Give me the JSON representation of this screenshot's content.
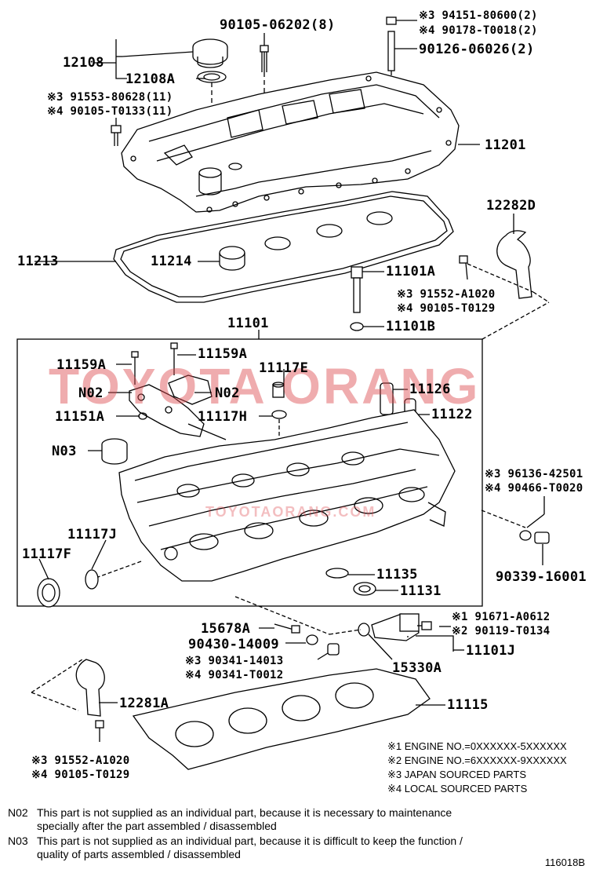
{
  "watermark": {
    "main": "TOYOTA ORANG",
    "sub": "TOYOTAORANG.COM",
    "color": "#dc464b"
  },
  "parts": {
    "p12108": "12108",
    "p12108a": "12108A",
    "p9010506202": "90105-06202(8)",
    "p9415180600": "※3 94151-80600(2)",
    "p90178t0018": "※4 90178-T0018(2)",
    "p9012606026": "90126-06026(2)",
    "p9155380628": "※3 91553-80628(11)",
    "p90105t0133": "※4 90105-T0133(11)",
    "p11201": "11201",
    "p12282d": "12282D",
    "p11213": "11213",
    "p11214": "11214",
    "p11101a": "11101A",
    "p91552a1020_top": "※3 91552-A1020",
    "p90105t0129_top": "※4 90105-T0129",
    "p11101b": "11101B",
    "p11101": "11101",
    "p11159a_left": "11159A",
    "p11159a_right": "11159A",
    "p11117e": "11117E",
    "pn02_left": "N02",
    "pn02_right": "N02",
    "p11126": "11126",
    "p11151a": "11151A",
    "p11117h": "11117H",
    "p11122": "11122",
    "pn03": "N03",
    "p9613642501": "※3 96136-42501",
    "p90466t0020": "※4 90466-T0020",
    "p11117j": "11117J",
    "p11117f": "11117F",
    "p90339": "90339-16001",
    "p11135": "11135",
    "p11131": "11131",
    "p91671": "※1 91671-A0612",
    "p90119": "※2 90119-T0134",
    "p15678a": "15678A",
    "p9043014009": "90430-14009",
    "p11101j": "11101J",
    "p9034114013": "※3 90341-14013",
    "p90341t0012": "※4 90341-T0012",
    "p15330a": "15330A",
    "p12281a": "12281A",
    "p11115": "11115",
    "p91552a1020_bot": "※3 91552-A1020",
    "p90105t0129_bot": "※4 90105-T0129"
  },
  "legend": [
    "※1 ENGINE NO.=0XXXXXX-5XXXXXX",
    "※2 ENGINE NO.=6XXXXXX-9XXXXXX",
    "※3 JAPAN SOURCED PARTS",
    "※4 LOCAL SOURCED PARTS"
  ],
  "notes": {
    "n02_code": "N02",
    "n02_line1": "This part is not supplied as an individual part, because it is necessary to maintenance",
    "n02_line2": "specially after the part assembled / disassembled",
    "n03_code": "N03",
    "n03_line1": "This part is not supplied as an individual part, because it is difficult to keep the function /",
    "n03_line2": "quality of parts  assembled / disassembled"
  },
  "figure_id": "116018B"
}
